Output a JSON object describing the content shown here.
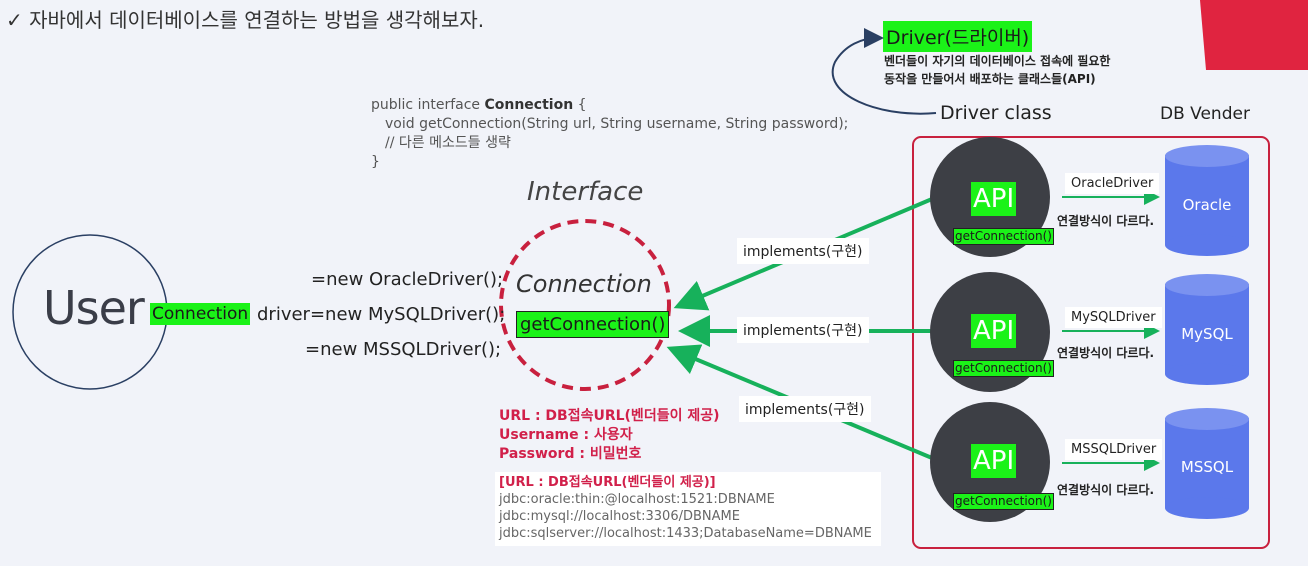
{
  "title": "✓ 자바에서 데이터베이스를 연결하는 방법을 생각해보자.",
  "colors": {
    "accent_green": "#1bf218",
    "arrow_green": "#17b15b",
    "db_blue": "#5b78eb",
    "dashed_red": "#c8203e",
    "box_red": "#c8203e",
    "corner_red": "#e02440"
  },
  "driver": {
    "title": "Driver(드라이버)",
    "desc_line1": "벤더들이 자기의 데이터베이스 접속에 필요한",
    "desc_line2": "동작을 만들어서 배포하는 클래스들(API)",
    "class_label": "Driver class"
  },
  "db_vender_label": "DB Vender",
  "code": {
    "line1_prefix": "public interface ",
    "line1_bold": "Connection",
    "line1_suffix": " {",
    "line2": "void getConnection(String url, String username, String password);",
    "line3": "// 다른 메소드들 생략",
    "line4": "}"
  },
  "interface_label": "Interface",
  "connection": {
    "label": "Connection",
    "method": "getConnection()"
  },
  "user": {
    "label": "User",
    "type": "Connection",
    "line1": "=new OracleDriver();",
    "line2": "driver=new MySQLDriver();",
    "line3": "=new MSSQLDriver();"
  },
  "implements_label": "implements(구현)",
  "apis": [
    {
      "api": "API",
      "method": "getConnection()",
      "driver": "OracleDriver",
      "diff": "연결방식이 다르다.",
      "db": "Oracle"
    },
    {
      "api": "API",
      "method": "getConnection()",
      "driver": "MySQLDriver",
      "diff": "연결방식이 다르다.",
      "db": "MySQL"
    },
    {
      "api": "API",
      "method": "getConnection()",
      "driver": "MSSQLDriver",
      "diff": "연결방식이 다르다.",
      "db": "MSSQL"
    }
  ],
  "params": {
    "url": "URL : DB접속URL(벤더들이 제공)",
    "username": "Username : 사용자",
    "password": "Password : 비밀번호"
  },
  "url_box": {
    "title": "[URL : DB접속URL(벤더들이 제공)]",
    "oracle": "jdbc:oracle:thin:@localhost:1521:DBNAME",
    "mysql": "jdbc:mysql://localhost:3306/DBNAME",
    "mssql": "jdbc:sqlserver://localhost:1433;DatabaseName=DBNAME"
  }
}
